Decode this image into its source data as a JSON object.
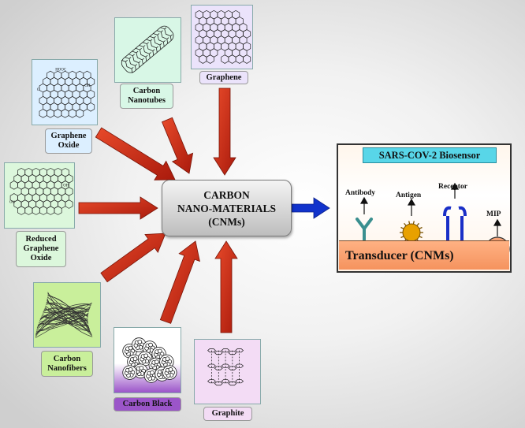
{
  "center": {
    "line1": "CARBON",
    "line2": "NANO-MATERIALS",
    "line3": "(CNMs)"
  },
  "materials": {
    "carbon_nanotubes": [
      "Carbon",
      "Nanotubes"
    ],
    "graphene": "Graphene",
    "graphene_oxide": [
      "Graphene",
      "Oxide"
    ],
    "reduced_graphene_oxide": [
      "Reduced",
      "Graphene",
      "Oxide"
    ],
    "carbon_nanofibers": [
      "Carbon",
      "Nanofibers"
    ],
    "carbon_black": "Carbon Black",
    "graphite": "Graphite"
  },
  "chem_labels": {
    "hooc": "HOOC",
    "oh": "OH",
    "o": "O"
  },
  "biosensor": {
    "title": "SARS-COV-2 Biosensor",
    "antibody": "Antibody",
    "antigen": "Antigen",
    "receptor": "Receptor",
    "mip": "MIP",
    "transducer": "Transducer (CNMs)"
  },
  "colors": {
    "arrow_red": "#cc2a14",
    "arrow_blue": "#1133cc",
    "cnt_tile": "#d8f7e6",
    "graphene_tile": "#ebe3fb",
    "go_tile": "#dcefff",
    "rgo_tile": "#dcf7dc",
    "nanofiber_tile": "#c9ef9b",
    "carbon_black_tile": "#9b55c9",
    "graphite_tile": "#f3dcf5",
    "biosensor_title": "#58d6e8",
    "transducer": "#f5935e"
  }
}
